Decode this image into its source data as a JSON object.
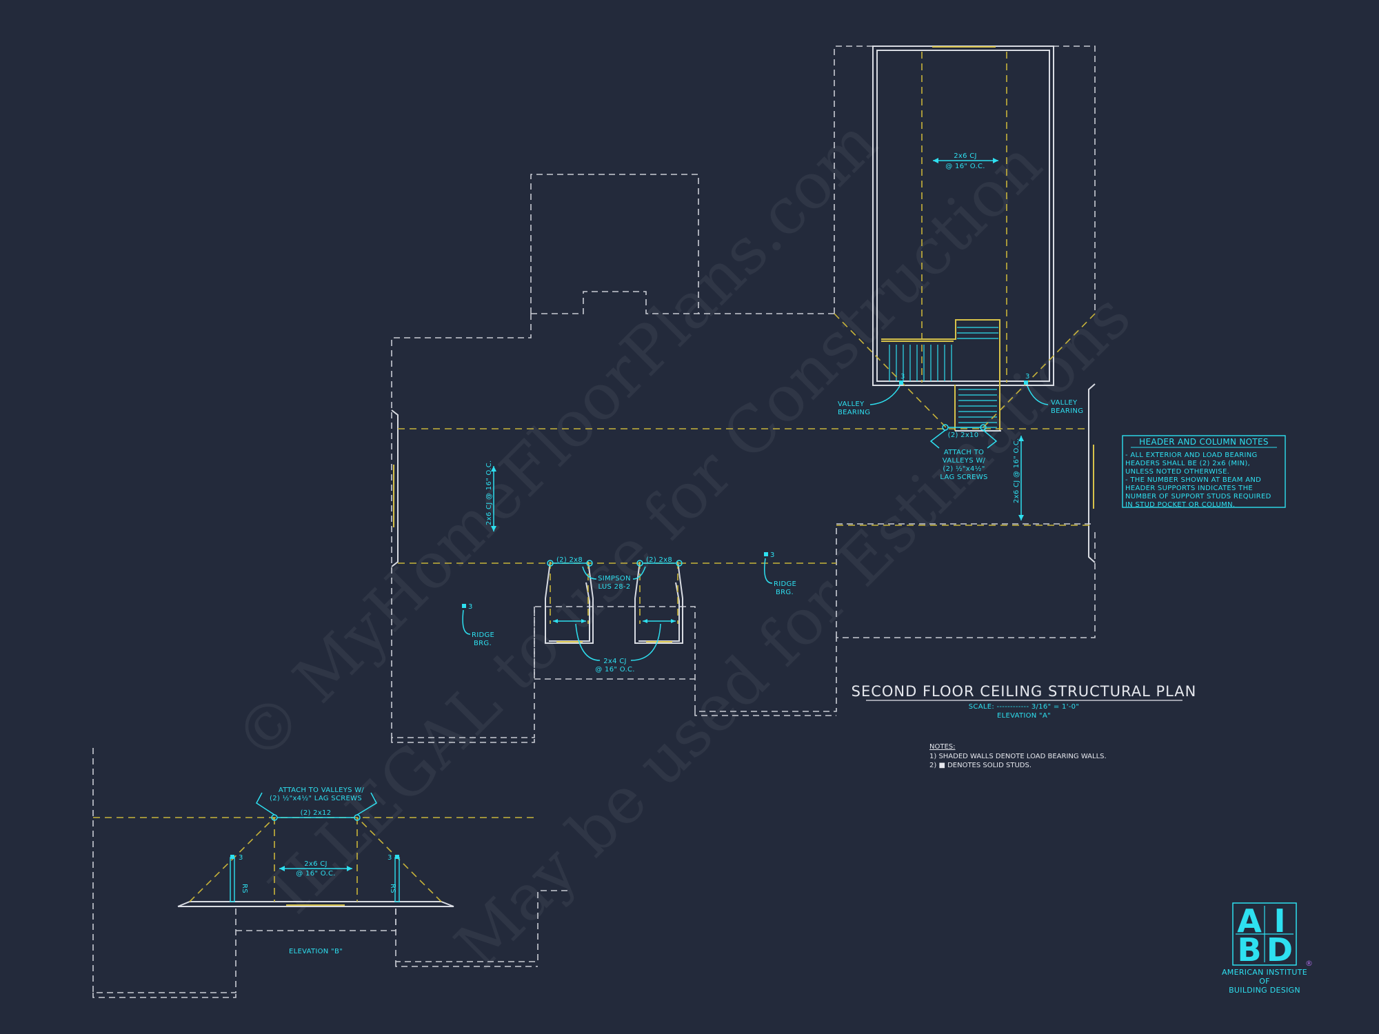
{
  "watermark": {
    "line1": "© MyHomeFloorPlans.com",
    "line2": "ILLEGAL to use for Construction",
    "line3": "May be used for Estimations"
  },
  "title": {
    "main": "SECOND FLOOR CEILING STRUCTURAL PLAN",
    "scale": "SCALE: ------------ 3/16\" = 1'-0\"",
    "elevation": "ELEVATION \"A\""
  },
  "notes": {
    "heading": "NOTES:",
    "line1": "1) SHADED WALLS DENOTE LOAD BEARING WALLS.",
    "line2": "2) ■ DENOTES SOLID STUDS."
  },
  "header_notes": {
    "title": "HEADER AND COLUMN NOTES",
    "lines": [
      "- ALL EXTERIOR AND LOAD BEARING",
      "HEADERS SHALL BE (2) 2x6 (MIN),",
      "UNLESS NOTED OTHERWISE.",
      "- THE NUMBER SHOWN AT BEAM AND",
      "HEADER SUPPORTS INDICATES THE",
      "NUMBER OF SUPPORT STUDS REQUIRED",
      "IN STUD POCKET OR COLUMN."
    ]
  },
  "labels": {
    "cj_top_1": "2x6 CJ",
    "cj_top_2": "@ 16\" O.C.",
    "valley_left_1": "VALLEY",
    "valley_left_2": "BEARING",
    "valley_right_1": "VALLEY",
    "valley_right_2": "BEARING",
    "stud_count": "3",
    "header_2x10": "(2) 2x10",
    "attach_1": "ATTACH TO",
    "attach_2": "VALLEYS W/",
    "attach_3": "(2) ½\"x4½\"",
    "attach_4": "LAG SCREWS",
    "cj_vertical_left": "2x6 CJ @ 16\" O.C.",
    "cj_vertical_right": "2x6 CJ @ 16\" O.C.",
    "header_2x8_a": "(2) 2x8",
    "header_2x8_b": "(2) 2x8",
    "simpson_1": "SIMPSON",
    "simpson_2": "LUS 28-2",
    "ridge_1": "RIDGE",
    "ridge_2": "BRG.",
    "cj_2x4_1": "2x4 CJ",
    "cj_2x4_2": "@ 16\" O.C."
  },
  "elevation_b": {
    "attach_1": "ATTACH TO VALLEYS W/",
    "attach_2": "(2) ½\"x4½\" LAG SCREWS",
    "header": "(2) 2x12",
    "cj_1": "2x6 CJ",
    "cj_2": "@ 16\" O.C.",
    "rs": "RS",
    "stud_count": "3",
    "caption": "ELEVATION \"B\""
  },
  "logo": {
    "letters": [
      "A",
      "I",
      "B",
      "D"
    ],
    "registered": "®",
    "line1": "AMERICAN INSTITUTE",
    "line2": "OF",
    "line3": "BUILDING DESIGN"
  }
}
